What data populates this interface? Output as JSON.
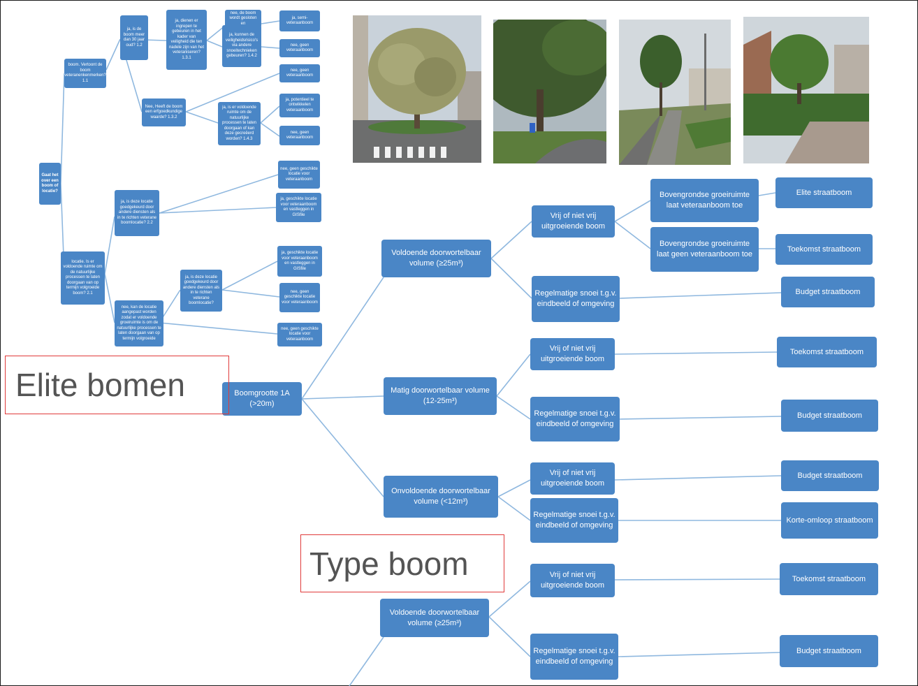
{
  "colors": {
    "node": "#4a86c6",
    "connector": "#8fb8df",
    "callout_border": "#e03a3a",
    "callout_text": "#545454"
  },
  "callouts": {
    "elite": "Elite bomen",
    "type": "Type boom"
  },
  "mini_tree": {
    "root": "Gaat het over een boom of locatie?",
    "boom": "boom. Vertoont de boom veteranenkenmerken? 1.1",
    "age": "ja, is de boom meer dan 30 jaar oud? 1.2",
    "ingrepen": "ja, dienen er ingrepen te gebeuren in het kader van veiligheid die ten nadele zijn van het veteraniseren? 1.3.1",
    "gesloten": "nee, de boom wordt gesloten en",
    "semi": "ja, semi-veteraanboom",
    "kunnen": "ja, kunnen de veiligheidsrisico's via andere snoeitechnieken gebeuren? 1.4.2",
    "geen1": "nee, geen veteraanboom",
    "erfgoed": "Nee, Heeft de boom een erfgoedkundige waarde? 1.3.2",
    "geen2": "nee, geen veteraanboom",
    "processen": "ja, is er voldoende ruimte om de natuurlijke processen te laten doorgaan of kan deze gecreëerd worden? 1.4.3",
    "potentieel": "ja, potentieel te ontwikkelen veteraanboom",
    "geen3": "nee, geen veteraanboom",
    "locatie": "locatie. Is er voldoende ruimte om de natuurlijke processen te laten doorgaan van op termijn volgroeide boom? 2.1",
    "goedgekeurd1": "ja, is deze locatie goedgekeurd door andere diensten als in te richten veterane boomlocatie? 2.2",
    "geen_locatie1": "nee, geen geschikte locatie voor veteraanboom",
    "geschikt1": "ja, geschikte locatie voor veteraanboom en vastleggen in GISfile",
    "aangepast": "nee, kan de locatie aangepast worden zodat er voldoende groeiruimte is om de natuurlijke processen te laten doorgaan van op termijn volgroeide",
    "goedgekeurd2": "ja, is deze locatie goedgekeurd door andere diensten als in te richten veterane boomlocatie?",
    "geschikt2": "ja, geschikte locatie voor veteraanboom en vastleggen in GISfile",
    "geen_locatie2": "nee, geen geschikte locatie voor veteraanboom",
    "geen_locatie3": "nee, geen geschikte locatie voor veteraanboom"
  },
  "photos": [
    {
      "name": "large tree at roundabout"
    },
    {
      "name": "tree at curved road"
    },
    {
      "name": "street trees along road"
    },
    {
      "name": "tree in front garden"
    }
  ],
  "decision_tree": {
    "root": "Boomgrootte 1A (>20m)",
    "vol_high": "Voldoende doorwortelbaar volume (≥25m³)",
    "vol_mid": "Matig doorwortelbaar volume (12-25m³)",
    "vol_low": "Onvoldoende doorwortelbaar volume (<12m³)",
    "vrij1": "Vrij of niet vrij uitgroeiende boom",
    "boven_toe": "Bovengrondse groeiruimte laat veteraanboom toe",
    "boven_geen": "Bovengrondse groeiruimte laat geen veteraanboom toe",
    "elite": "Elite straatboom",
    "toekomst1": "Toekomst straatboom",
    "snoei1": "Regelmatige snoei t.g.v. eindbeeld of omgeving",
    "budget1": "Budget straatboom",
    "vrij2": "Vrij of niet vrij uitgroeiende boom",
    "toekomst2": "Toekomst straatboom",
    "snoei2": "Regelmatige snoei t.g.v. eindbeeld of omgeving",
    "budget2": "Budget straatboom",
    "vrij3": "Vrij of niet vrij uitgroeiende boom",
    "budget3": "Budget straatboom",
    "snoei3": "Regelmatige snoei t.g.v. eindbeeld of omgeving",
    "korte": "Korte-omloop straatboom",
    "vrij4": "Vrij of niet vrij uitgroeiende boom",
    "toekomst3": "Toekomst straatboom",
    "vol_high2": "Voldoende doorwortelbaar volume (≥25m³)",
    "snoei4": "Regelmatige snoei t.g.v. eindbeeld of omgeving",
    "budget4": "Budget straatboom"
  }
}
